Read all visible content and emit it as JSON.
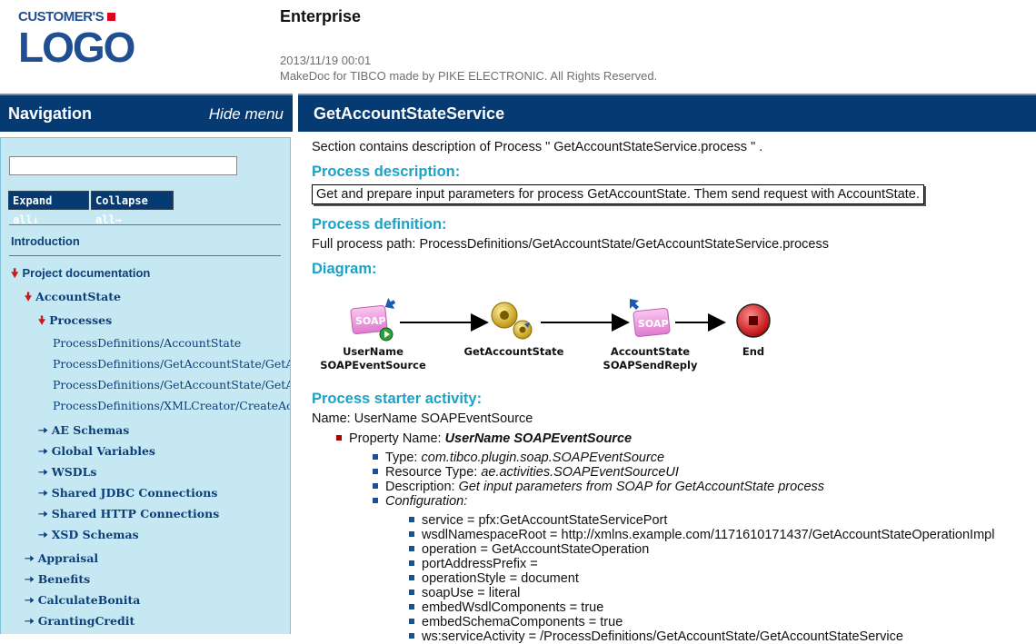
{
  "header": {
    "logo_small": "CUSTOMER'S",
    "logo_big": "LOGO",
    "title": "Enterprise",
    "date": "2013/11/19 00:01",
    "copyright": "MakeDoc for TIBCO made by PIKE ELECTRONIC. All Rights Reserved."
  },
  "nav": {
    "title": "Navigation",
    "hide_menu": "Hide menu",
    "search_value": "",
    "expand_all": "Expand all↓",
    "collapse_all": "Collapse all→",
    "items": [
      {
        "label": "Introduction"
      },
      {
        "label": "Project documentation"
      },
      {
        "label": "AccountState"
      },
      {
        "label": "Processes"
      },
      {
        "label": "ProcessDefinitions/AccountState"
      },
      {
        "label": "ProcessDefinitions/GetAccountState/GetAccountStateService.process"
      },
      {
        "label": "ProcessDefinitions/GetAccountState/GetAccountStateOperation.process"
      },
      {
        "label": "ProcessDefinitions/XMLCreator/CreateAccountState.process"
      },
      {
        "label": "AE Schemas"
      },
      {
        "label": "Global Variables"
      },
      {
        "label": "WSDLs"
      },
      {
        "label": "Shared JDBC Connections"
      },
      {
        "label": "Shared HTTP Connections"
      },
      {
        "label": "XSD Schemas"
      },
      {
        "label": "Appraisal"
      },
      {
        "label": "Benefits"
      },
      {
        "label": "CalculateBonita"
      },
      {
        "label": "GrantingCredit"
      }
    ]
  },
  "content": {
    "title": "GetAccountStateService",
    "intro": "Section contains description of Process \" GetAccountStateService.process \" .",
    "desc_heading": "Process description:",
    "desc_text": "Get and prepare input parameters for process GetAccountState. Them send request with AccountState.",
    "def_heading": "Process definition:",
    "def_text": "Full process path: ProcessDefinitions/GetAccountState/GetAccountStateService.process",
    "diagram_heading": "Diagram:",
    "diagram": {
      "node1_line1": "UserName",
      "node1_line2": "SOAPEventSource",
      "node2": "GetAccountState",
      "node3_line1": "AccountState",
      "node3_line2": "SOAPSendReply",
      "node4": "End",
      "soap_text": "SOAP"
    },
    "starter_heading": "Process starter activity:",
    "starter_name": "Name: UserName SOAPEventSource",
    "property_label": "Property Name: ",
    "property_value": "UserName SOAPEventSource",
    "type_label": "Type: ",
    "type_value": "com.tibco.plugin.soap.SOAPEventSource",
    "resource_label": "Resource Type: ",
    "resource_value": "ae.activities.SOAPEventSourceUI",
    "description_label": "Description: ",
    "description_value": "Get input parameters from SOAP for GetAccountState process",
    "configuration_label": "Configuration:",
    "config": [
      "service = pfx:GetAccountStateServicePort",
      "wsdlNamespaceRoot = http://xmlns.example.com/1171610171437/GetAccountStateOperationImpl",
      "operation = GetAccountStateOperation",
      "portAddressPrefix =",
      "operationStyle = document",
      "soapUse = literal",
      "embedWsdlComponents = true",
      "embedSchemaComponents = true",
      "ws:serviceActivity = /ProcessDefinitions/GetAccountState/GetAccountStateService"
    ]
  }
}
